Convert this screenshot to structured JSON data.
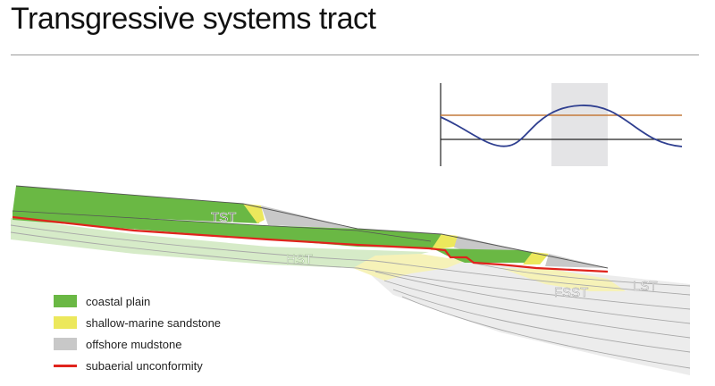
{
  "title": "Transgressive systems tract",
  "tract_labels": {
    "tst": "TST",
    "hst": "HST",
    "fsst": "FSST",
    "lst": "LST"
  },
  "legend": [
    {
      "label": "coastal plain",
      "color": "#6ab844",
      "kind": "box"
    },
    {
      "label": "shallow-marine sandstone",
      "color": "#ece85c",
      "kind": "box"
    },
    {
      "label": "offshore mudstone",
      "color": "#c8c8c8",
      "kind": "box"
    },
    {
      "label": "subaerial unconformity",
      "color": "#e0231c",
      "kind": "line"
    }
  ],
  "sea_level_curve": {
    "highlighted_phase": "TST"
  }
}
